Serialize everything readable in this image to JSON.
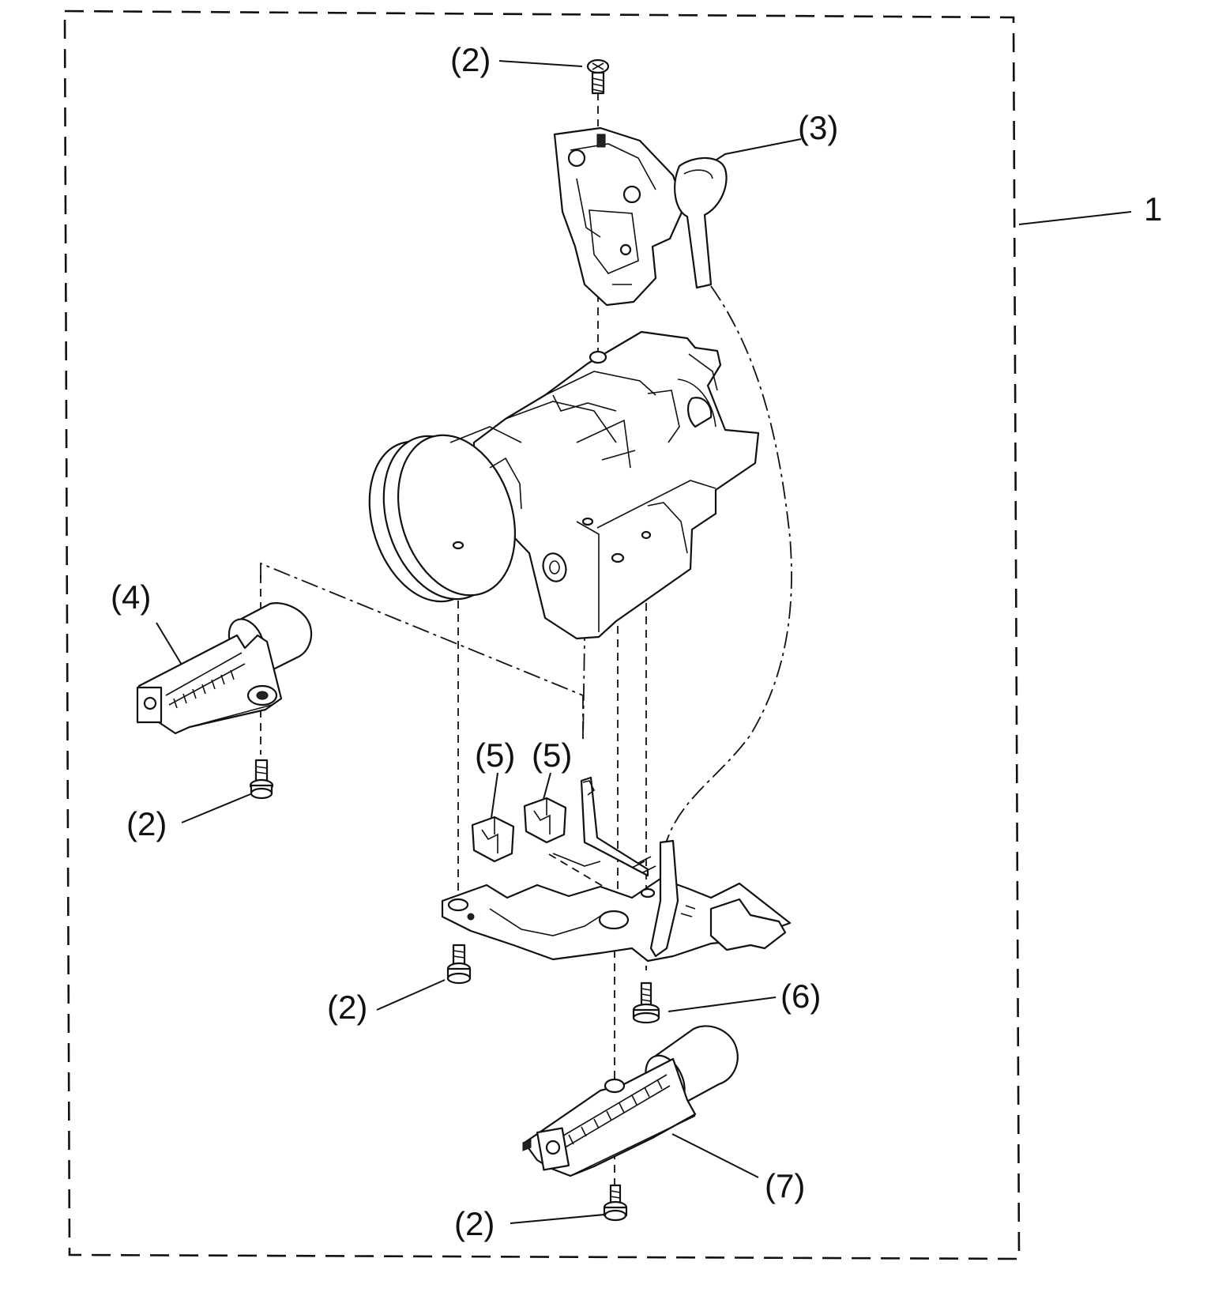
{
  "callouts": {
    "assembly": "1",
    "screw_top": "(2)",
    "fpc_unit": "(3)",
    "focus_motor": "(4)",
    "sensor_a": "(5)",
    "sensor_b": "(5)",
    "screw_left": "(2)",
    "screw_base": "(2)",
    "screw_special": "(6)",
    "zoom_motor": "(7)",
    "screw_bottom": "(2)"
  }
}
